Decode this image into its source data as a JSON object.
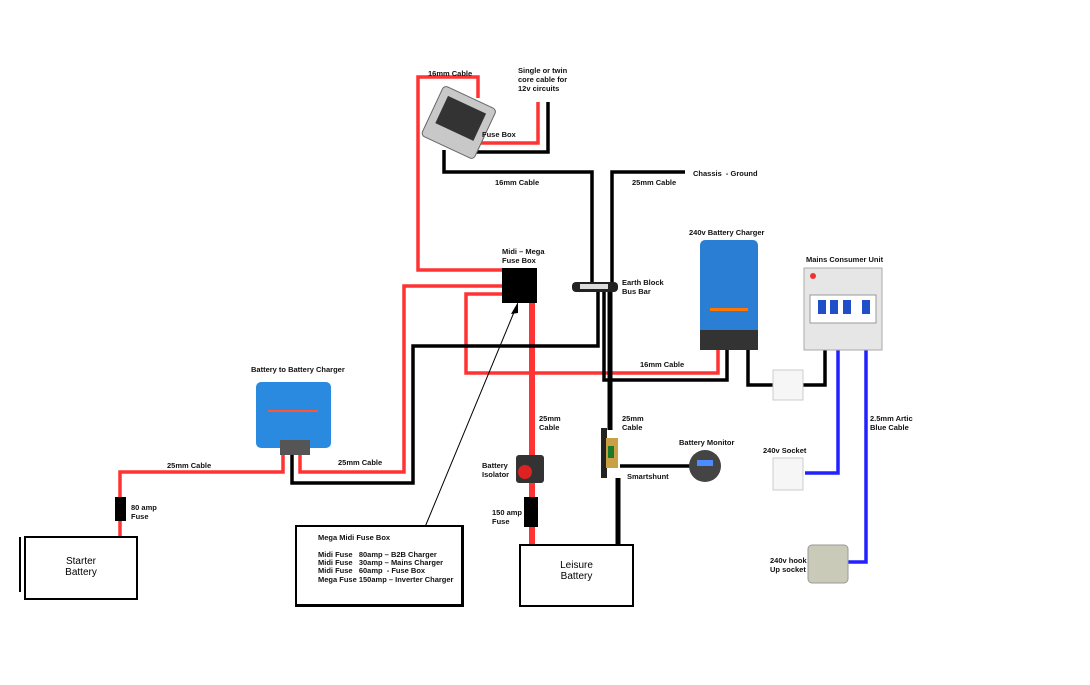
{
  "colors": {
    "positive_wire": "#ff3333",
    "negative_wire": "#000000",
    "mains_wire": "#2222ff",
    "charger_blue": "#2a7fd4"
  },
  "labels": {
    "fuse_box_cable": "16mm Cable",
    "twin_core": "Single or twin\ncore cable for\n12v circuits",
    "fuse_box": "Fuse Box",
    "cable_16mm_ground": "16mm Cable",
    "cable_25mm_chassis": "25mm Cable",
    "chassis_ground": "Chassis  - Ground",
    "battery_charger_240v": "240v Battery Charger",
    "mains_consumer_unit": "Mains Consumer Unit",
    "midi_mega_fuse_box": "Midi – Mega\nFuse Box",
    "earth_block": "Earth Block\nBus Bar",
    "cable_16mm_charger": "16mm Cable",
    "b2b_charger": "Battery to Battery Charger",
    "cable_25mm_left": "25mm Cable",
    "cable_25mm_b2b": "25mm Cable",
    "cable_25mm_red": "25mm\nCable",
    "cable_25mm_black": "25mm\nCable",
    "battery_isolator": "Battery\nIsolator",
    "smartshunt": "Smartshunt",
    "battery_monitor": "Battery Monitor",
    "socket_240v": "240v Socket",
    "arctic_cable": "2.5mm Artic\nBlue Cable",
    "hookup_socket": "240v hook\nUp socket",
    "fuse_80amp": "80 amp\nFuse",
    "fuse_150amp": "150 amp\nFuse"
  },
  "batteries": {
    "starter": "Starter\nBattery",
    "leisure": "Leisure\nBattery"
  },
  "fuse_legend": {
    "title": "Mega Midi Fuse Box",
    "lines": [
      "Midi Fuse   80amp – B2B Charger",
      "Midi Fuse   30amp – Mains Charger",
      "Midi Fuse   60amp  - Fuse Box",
      "Mega Fuse 150amp – Inverter Charger"
    ]
  }
}
